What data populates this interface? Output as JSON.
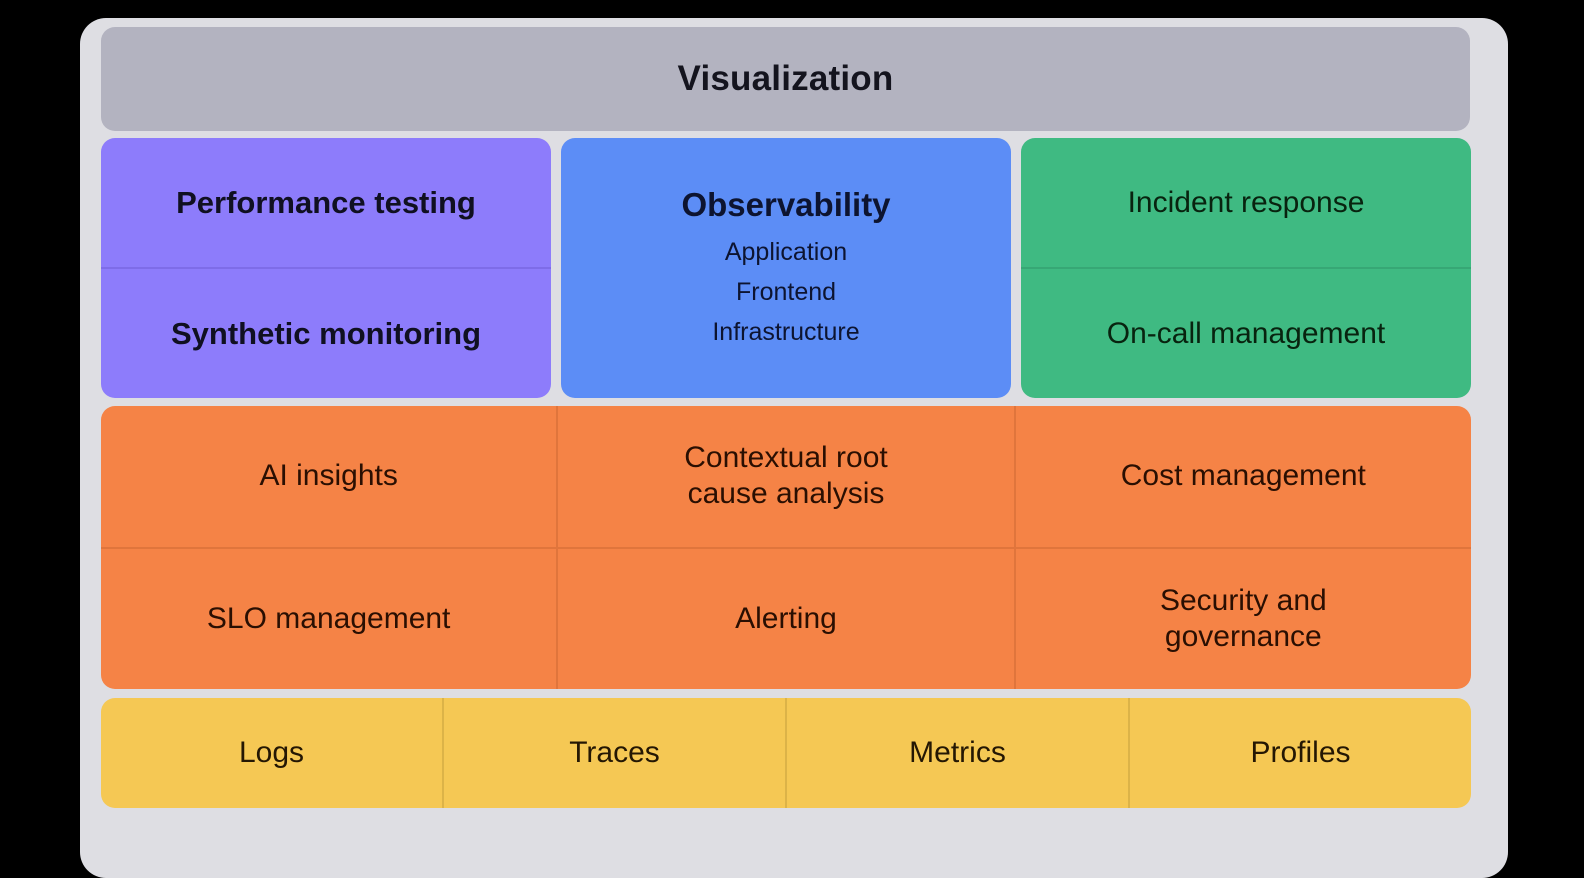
{
  "diagram": {
    "title": "Visualization",
    "header": {
      "label": "Visualization",
      "color": "#B3B3C0"
    },
    "layers": [
      {
        "name": "performance-layer",
        "color": "#8D7CFB",
        "items": [
          {
            "label": "Performance testing"
          },
          {
            "label": "Synthetic monitoring"
          }
        ]
      },
      {
        "name": "observability-layer",
        "color": "#5C8DF6",
        "title": "Observability",
        "items": [
          {
            "label": "Application"
          },
          {
            "label": "Frontend"
          },
          {
            "label": "Infrastructure"
          }
        ]
      },
      {
        "name": "incident-layer",
        "color": "#3FBA82",
        "items": [
          {
            "label": "Incident response"
          },
          {
            "label": "On-call management"
          }
        ]
      }
    ],
    "capabilities": {
      "name": "capabilities-layer",
      "color": "#F58346",
      "rows": [
        [
          {
            "label": "AI insights"
          },
          {
            "label": "Contextual root\ncause analysis"
          },
          {
            "label": "Cost management"
          }
        ],
        [
          {
            "label": "SLO management"
          },
          {
            "label": "Alerting"
          },
          {
            "label": "Security and\ngovernance"
          }
        ]
      ]
    },
    "signals": {
      "name": "signals-layer",
      "color": "#F5C854",
      "items": [
        {
          "label": "Logs"
        },
        {
          "label": "Traces"
        },
        {
          "label": "Metrics"
        },
        {
          "label": "Profiles"
        }
      ]
    },
    "background": "#DEDEE3"
  }
}
